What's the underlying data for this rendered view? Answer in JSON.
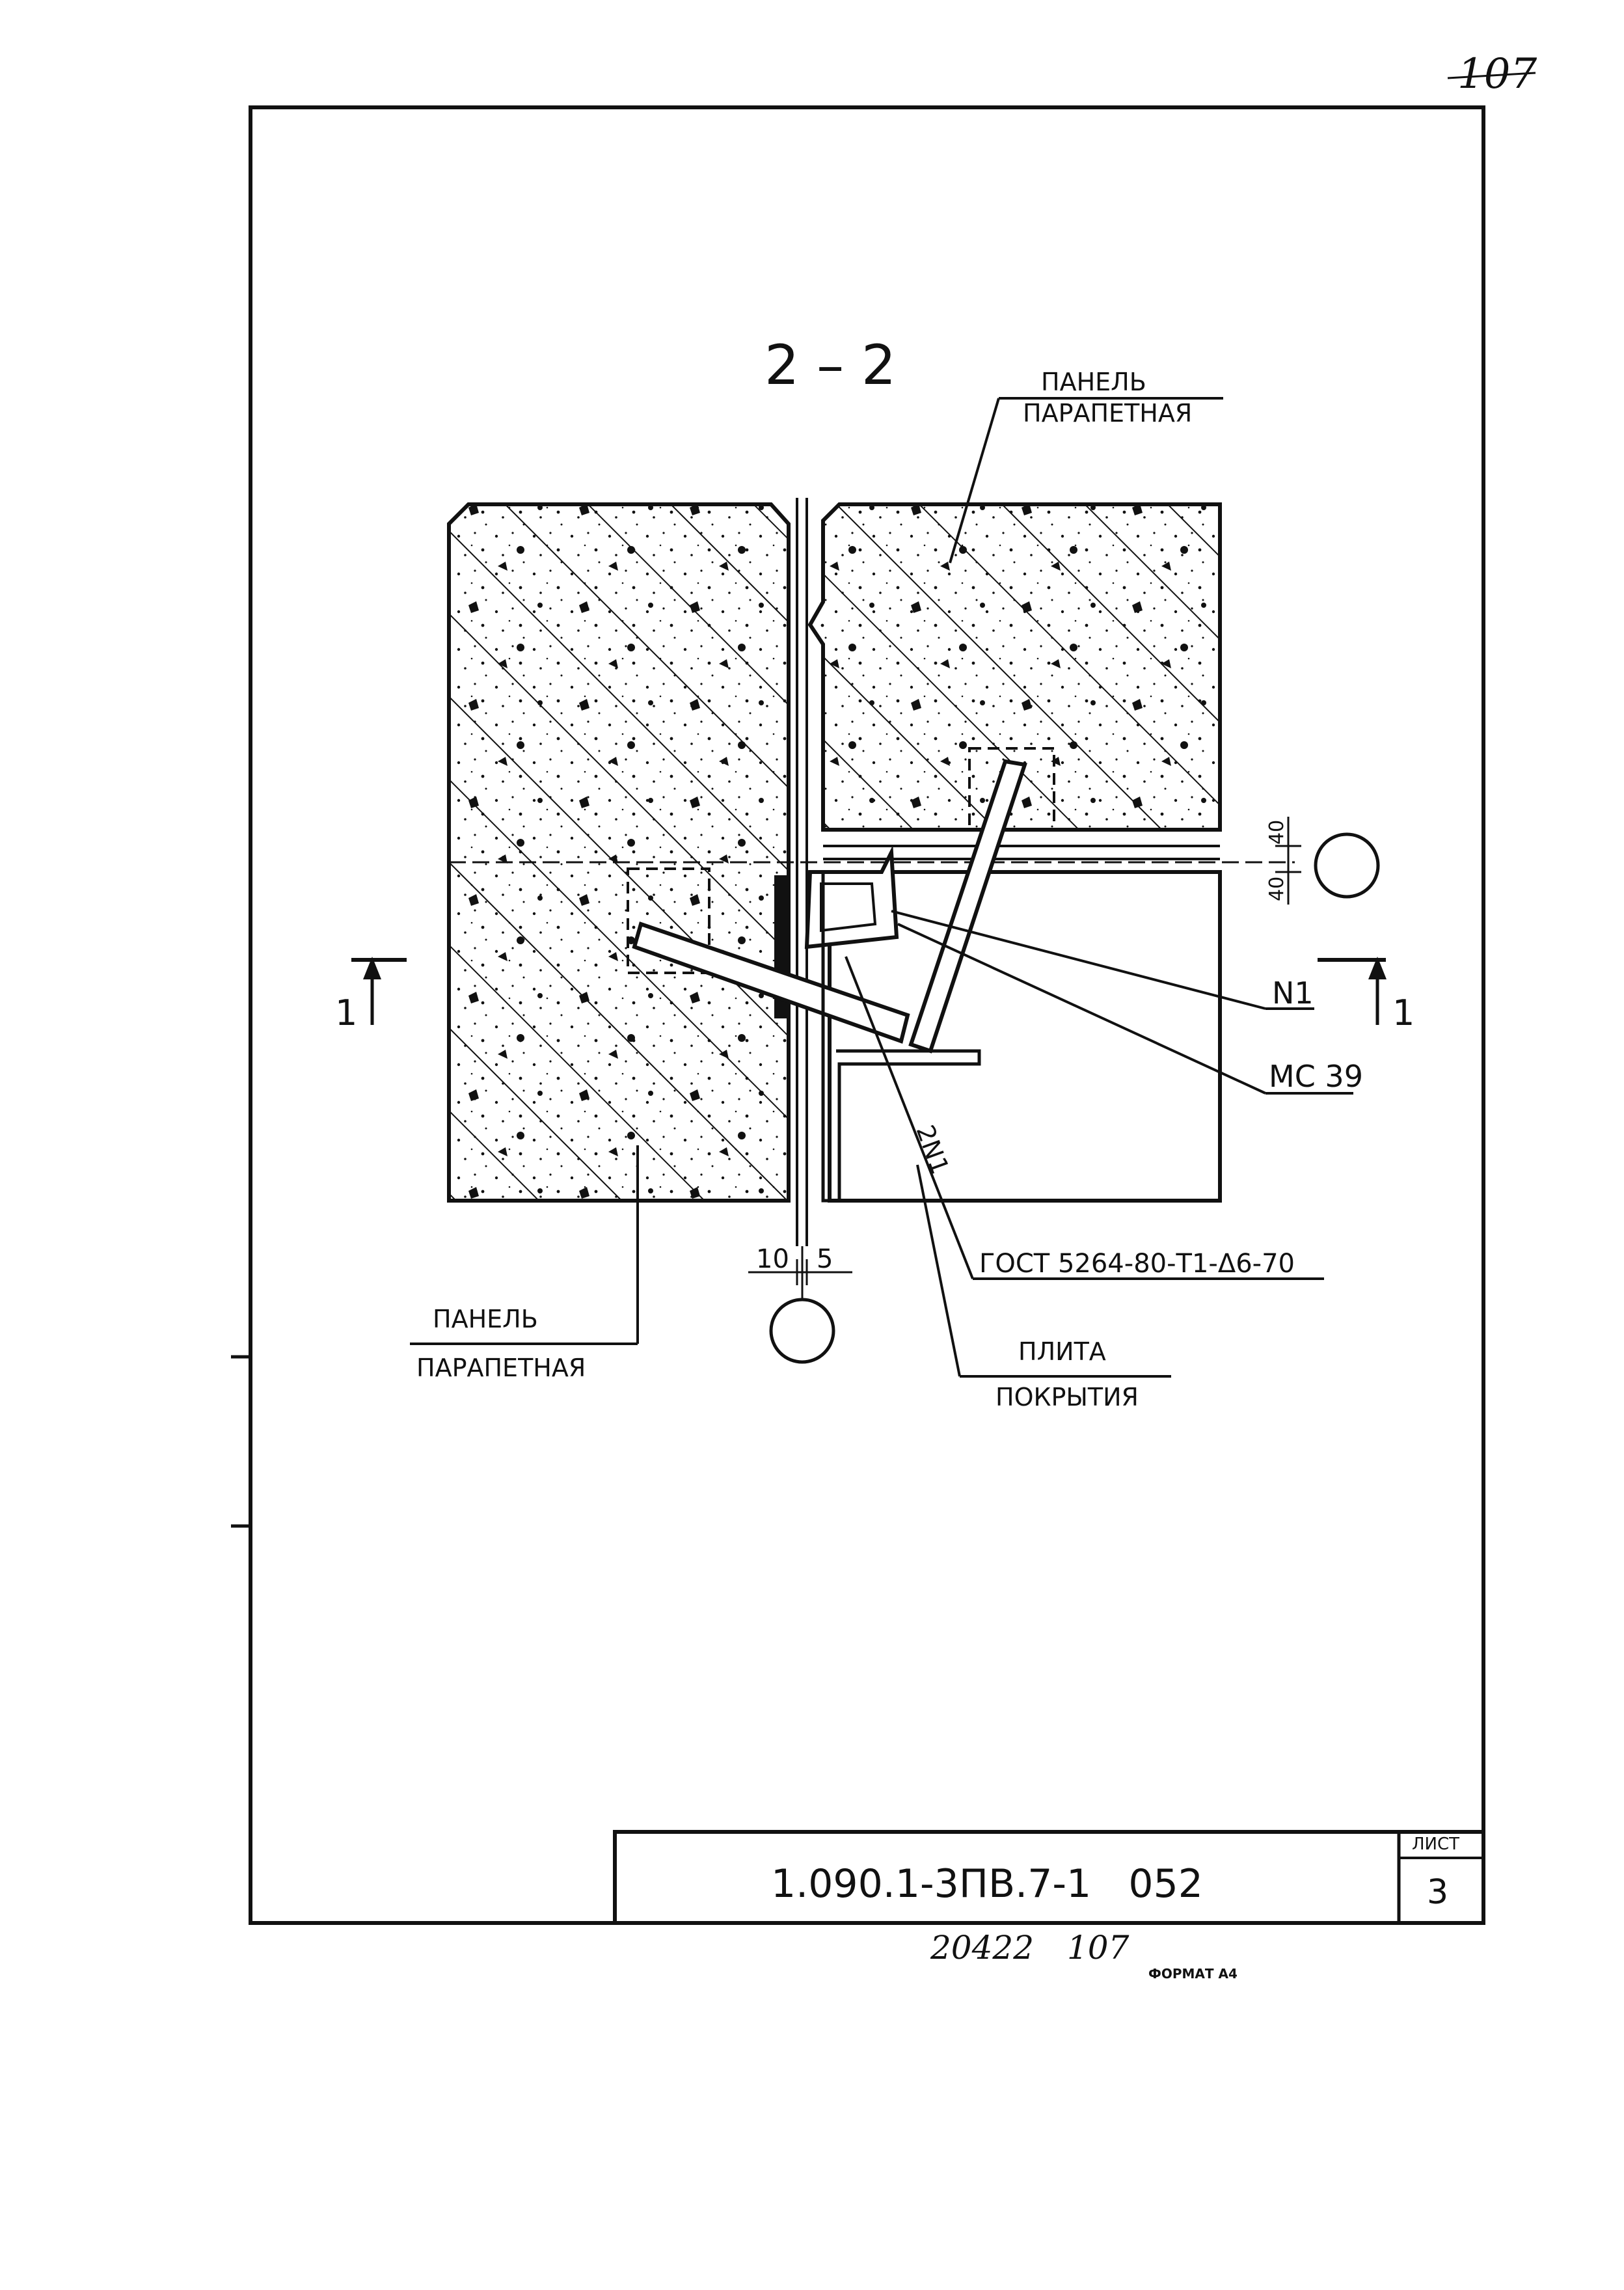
{
  "page_number": "107",
  "section_title": "2 – 2",
  "labels": {
    "panel_top_line1": "ПАНЕЛЬ",
    "panel_top_line2": "ПАРАПЕТНАЯ",
    "panel_bottom_line1": "ПАНЕЛЬ",
    "panel_bottom_line2": "ПАРАПЕТНАЯ",
    "slab_line1": "ПЛИТА",
    "slab_line2": "ПОКРЫТИЯ",
    "n1": "N1",
    "mc39": "МС 39",
    "weld": "ГОСТ 5264-80-Т1-Δ6-70",
    "two_n1": "2N1",
    "section_marker": "1",
    "dim_40_a": "40",
    "dim_40_b": "40",
    "dim_10": "10",
    "dim_5": "5"
  },
  "title_block": {
    "code": "1.090.1-3ПВ.7-1   052",
    "sheet_label": "ЛИСТ",
    "sheet_number": "3"
  },
  "footer": {
    "order_number": "20422",
    "page_ref": "107",
    "format": "ФОРМАТ А4"
  }
}
